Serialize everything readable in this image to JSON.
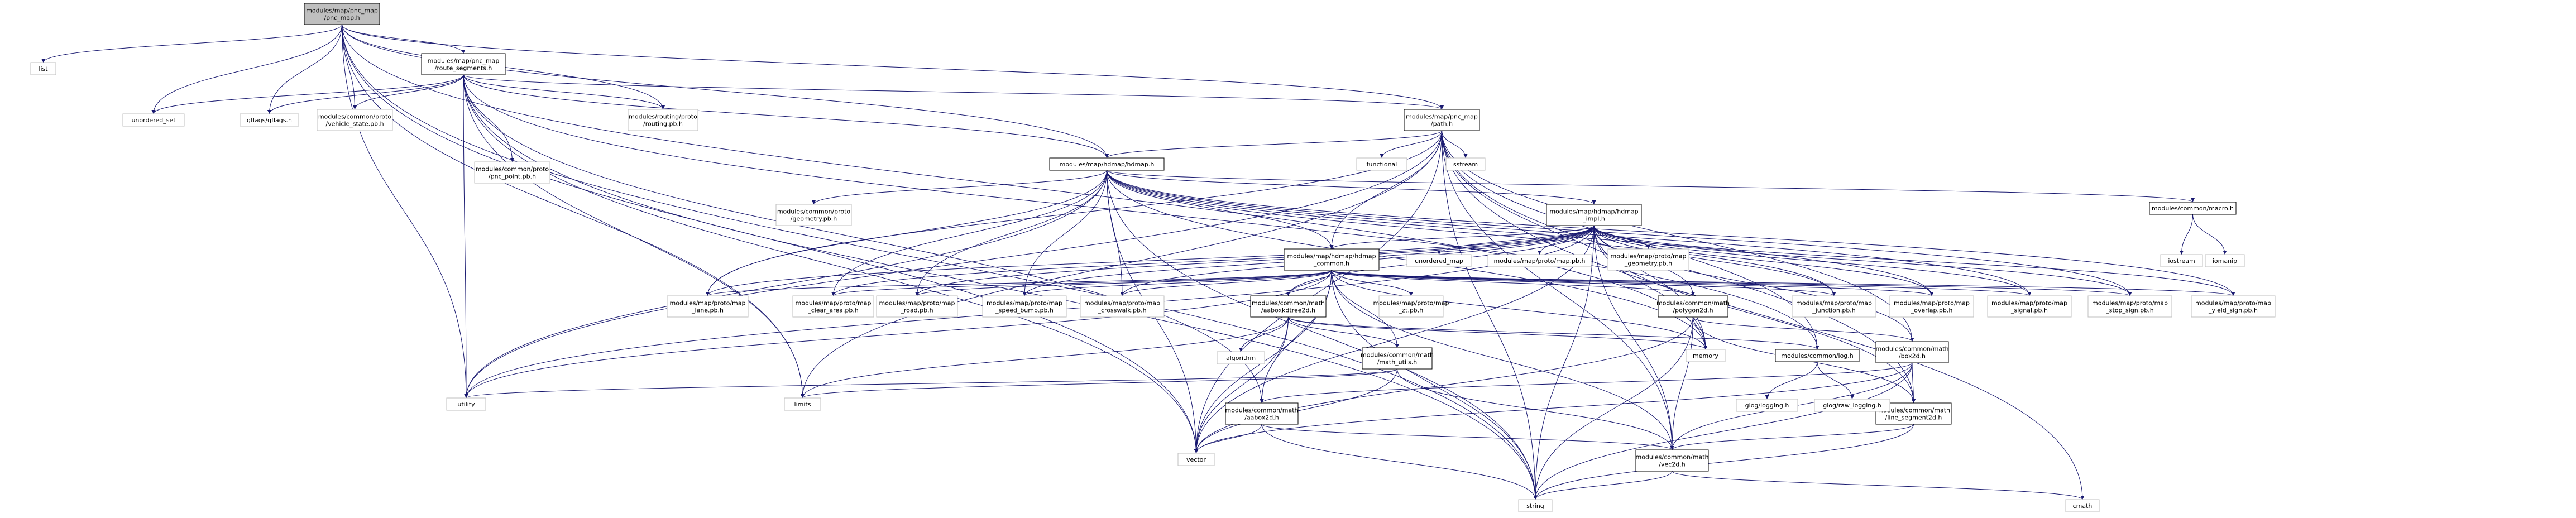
{
  "colors": {
    "background": "#ffffff",
    "root_fill": "#bfbfbf",
    "node_border_dark": "#000000",
    "node_border_light": "#bfbfbf",
    "edge": "#191970",
    "text": "#000000"
  },
  "nodes": {
    "pnc_map_h": {
      "lines": [
        "modules/map/pnc_map",
        "/pnc_map.h"
      ],
      "style": "root"
    },
    "route_segments_h": {
      "lines": [
        "modules/map/pnc_map",
        "/route_segments.h"
      ],
      "style": "doc"
    },
    "path_h": {
      "lines": [
        "modules/map/pnc_map",
        "/path.h"
      ],
      "style": "doc"
    },
    "hdmap_h": {
      "lines": [
        "modules/map/hdmap/hdmap.h"
      ],
      "style": "doc"
    },
    "hdmap_impl_h": {
      "lines": [
        "modules/map/hdmap/hdmap",
        "_impl.h"
      ],
      "style": "doc"
    },
    "hdmap_common_h": {
      "lines": [
        "modules/map/hdmap/hdmap",
        "_common.h"
      ],
      "style": "doc"
    },
    "macro_h": {
      "lines": [
        "modules/common/macro.h"
      ],
      "style": "doc"
    },
    "aaboxkdtree2d_h": {
      "lines": [
        "modules/common/math",
        "/aaboxkdtree2d.h"
      ],
      "style": "doc"
    },
    "math_utils_h": {
      "lines": [
        "modules/common/math",
        "/math_utils.h"
      ],
      "style": "doc"
    },
    "polygon2d_h": {
      "lines": [
        "modules/common/math",
        "/polygon2d.h"
      ],
      "style": "doc"
    },
    "log_h": {
      "lines": [
        "modules/common/log.h"
      ],
      "style": "doc"
    },
    "box2d_h": {
      "lines": [
        "modules/common/math",
        "/box2d.h"
      ],
      "style": "doc"
    },
    "aabox2d_h": {
      "lines": [
        "modules/common/math",
        "/aabox2d.h"
      ],
      "style": "doc"
    },
    "line_segment2d_h": {
      "lines": [
        "modules/common/math",
        "/line_segment2d.h"
      ],
      "style": "doc"
    },
    "vec2d_h": {
      "lines": [
        "modules/common/math",
        "/vec2d.h"
      ],
      "style": "doc"
    },
    "list": {
      "lines": [
        "list"
      ],
      "style": "sys"
    },
    "unordered_set": {
      "lines": [
        "unordered_set"
      ],
      "style": "sys"
    },
    "gflags_h": {
      "lines": [
        "gflags/gflags.h"
      ],
      "style": "sys"
    },
    "vehicle_state_pb_h": {
      "lines": [
        "modules/common/proto",
        "/vehicle_state.pb.h"
      ],
      "style": "sys"
    },
    "routing_pb_h": {
      "lines": [
        "modules/routing/proto",
        "/routing.pb.h"
      ],
      "style": "sys"
    },
    "pnc_point_pb_h": {
      "lines": [
        "modules/common/proto",
        "/pnc_point.pb.h"
      ],
      "style": "sys"
    },
    "functional": {
      "lines": [
        "functional"
      ],
      "style": "sys"
    },
    "sstream": {
      "lines": [
        "sstream"
      ],
      "style": "sys"
    },
    "geometry_pb_h": {
      "lines": [
        "modules/common/proto",
        "/geometry.pb.h"
      ],
      "style": "sys"
    },
    "unordered_map": {
      "lines": [
        "unordered_map"
      ],
      "style": "sys"
    },
    "map_pb_h": {
      "lines": [
        "modules/map/proto/map.pb.h"
      ],
      "style": "sys"
    },
    "map_geometry_pb_h": {
      "lines": [
        "modules/map/proto/map",
        "_geometry.pb.h"
      ],
      "style": "sys"
    },
    "iostream": {
      "lines": [
        "iostream"
      ],
      "style": "sys"
    },
    "iomanip": {
      "lines": [
        "iomanip"
      ],
      "style": "sys"
    },
    "lane_pb_h": {
      "lines": [
        "modules/map/proto/map",
        "_lane.pb.h"
      ],
      "style": "sys"
    },
    "clear_area_pb_h": {
      "lines": [
        "modules/map/proto/map",
        "_clear_area.pb.h"
      ],
      "style": "sys"
    },
    "road_pb_h": {
      "lines": [
        "modules/map/proto/map",
        "_road.pb.h"
      ],
      "style": "sys"
    },
    "speed_bump_pb_h": {
      "lines": [
        "modules/map/proto/map",
        "_speed_bump.pb.h"
      ],
      "style": "sys"
    },
    "crosswalk_pb_h": {
      "lines": [
        "modules/map/proto/map",
        "_crosswalk.pb.h"
      ],
      "style": "sys"
    },
    "zone_pb_h": {
      "lines": [
        "modules/map/proto/map",
        "_zt.pb.h"
      ],
      "style": "sys"
    },
    "junction_pb_h": {
      "lines": [
        "modules/map/proto/map",
        "_junction.pb.h"
      ],
      "style": "sys"
    },
    "overlap_pb_h": {
      "lines": [
        "modules/map/proto/map",
        "_overlap.pb.h"
      ],
      "style": "sys"
    },
    "signal_pb_h": {
      "lines": [
        "modules/map/proto/map",
        "_signal.pb.h"
      ],
      "style": "sys"
    },
    "stop_sign_pb_h": {
      "lines": [
        "modules/map/proto/map",
        "_stop_sign.pb.h"
      ],
      "style": "sys"
    },
    "yield_sign_pb_h": {
      "lines": [
        "modules/map/proto/map",
        "_yield_sign.pb.h"
      ],
      "style": "sys"
    },
    "algorithm": {
      "lines": [
        "algorithm"
      ],
      "style": "sys"
    },
    "memory": {
      "lines": [
        "memory"
      ],
      "style": "sys"
    },
    "utility": {
      "lines": [
        "utility"
      ],
      "style": "sys"
    },
    "limits": {
      "lines": [
        "limits"
      ],
      "style": "sys"
    },
    "vector": {
      "lines": [
        "vector"
      ],
      "style": "sys"
    },
    "glog_logging_h": {
      "lines": [
        "glog/logging.h"
      ],
      "style": "sys"
    },
    "glog_raw_logging_h": {
      "lines": [
        "glog/raw_logging.h"
      ],
      "style": "sys"
    },
    "cmath": {
      "lines": [
        "cmath"
      ],
      "style": "sys"
    },
    "string": {
      "lines": [
        "string"
      ],
      "style": "sys"
    }
  }
}
